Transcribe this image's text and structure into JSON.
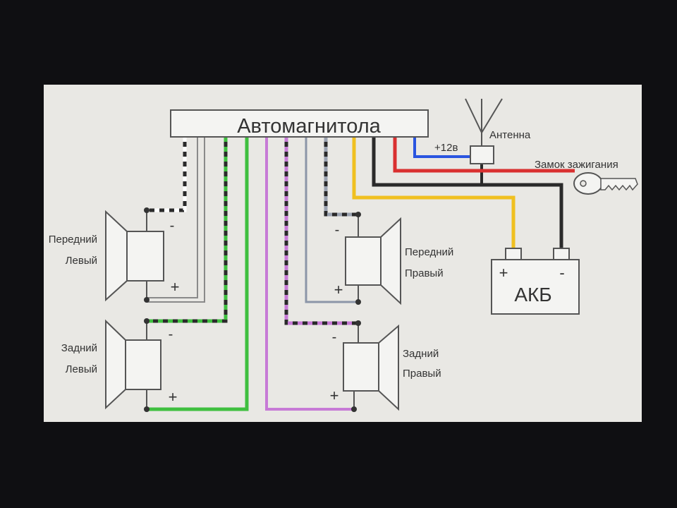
{
  "head_unit": {
    "label": "Автомагнитола"
  },
  "antenna": {
    "label": "Антенна"
  },
  "plus12": {
    "label": "+12в"
  },
  "ignition": {
    "label": "Замок зажигания"
  },
  "battery": {
    "label": "АКБ",
    "plus": "+",
    "minus": "-"
  },
  "speakers": {
    "front_left": {
      "line1": "Передний",
      "line2": "Левый",
      "minus": "-",
      "plus": "+"
    },
    "rear_left": {
      "line1": "Задний",
      "line2": "Левый",
      "minus": "-",
      "plus": "+"
    },
    "front_right": {
      "line1": "Передний",
      "line2": "Правый",
      "minus": "-",
      "plus": "+"
    },
    "rear_right": {
      "line1": "Задний",
      "line2": "Правый",
      "minus": "-",
      "plus": "+"
    }
  },
  "wire_colors": {
    "black": "#2a2a2a",
    "white": "#ffffff",
    "green": "#3fbf3f",
    "purple": "#c77ad6",
    "grey": "#8c96a8",
    "yellow": "#f0c020",
    "red": "#d93030",
    "blue": "#2a55e0"
  }
}
